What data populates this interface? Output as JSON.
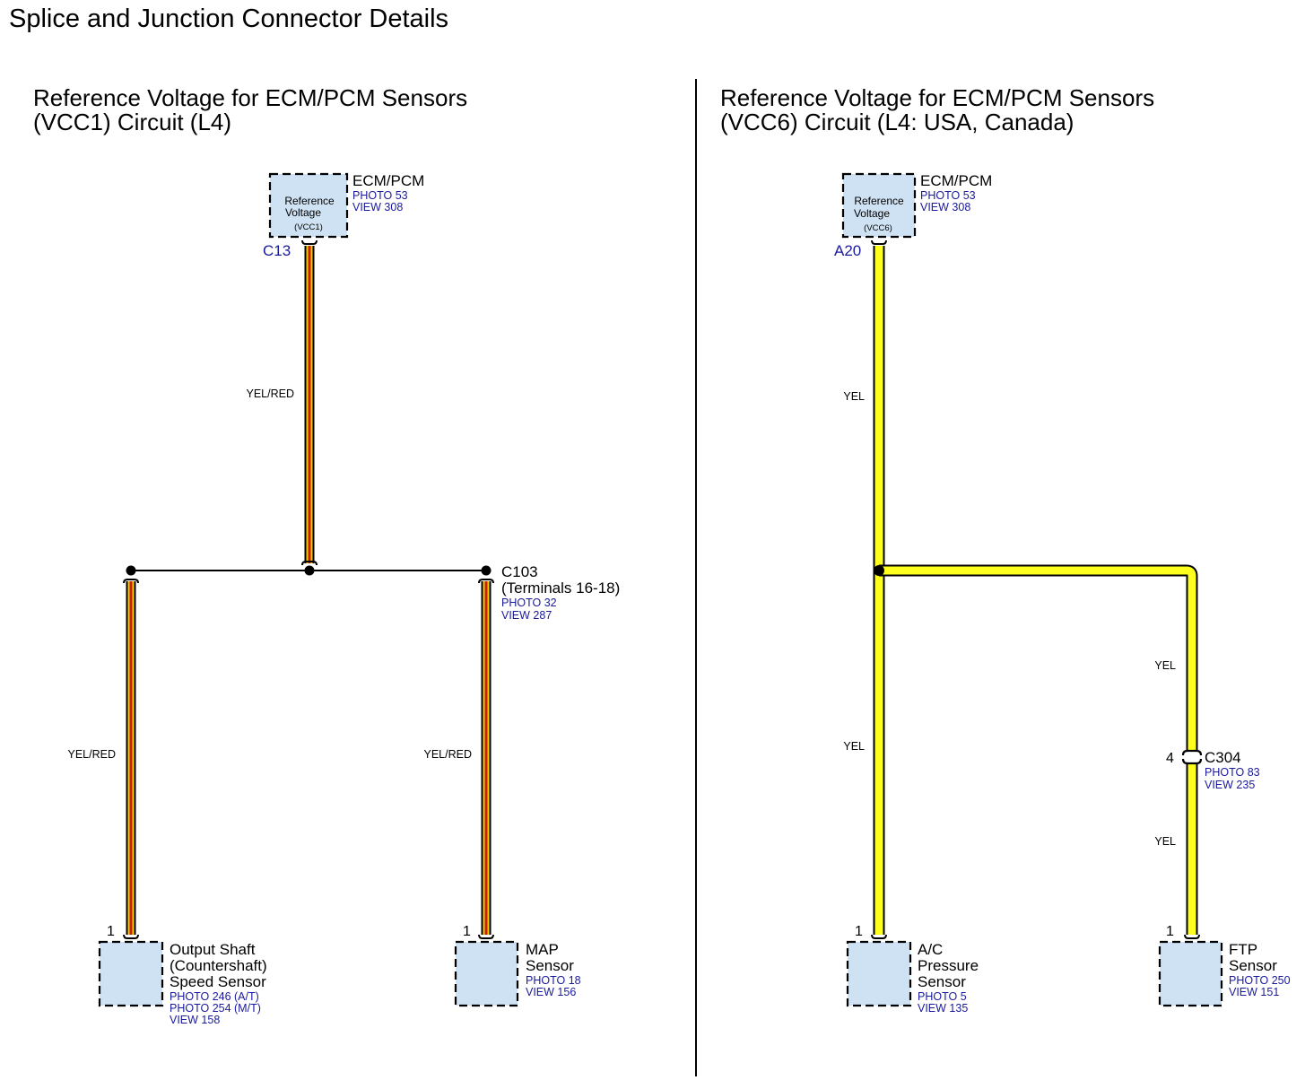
{
  "page_title": "Splice and Junction Connector Details",
  "colors": {
    "yel_red_wire_outer": "#000000",
    "yel_red_wire_base": "#f5d000",
    "yel_red_wire_tracer": "#c81e0a",
    "yel_wire_fill": "#ffff1e",
    "component_fill": "#cfe2f3",
    "reference_text": "#1a1a9c"
  },
  "left": {
    "title_line1": "Reference Voltage for ECM/PCM Sensors",
    "title_line2": "(VCC1) Circuit (L4)",
    "ecm": {
      "name": "ECM/PCM",
      "photo": "PHOTO 53",
      "view": "VIEW 308",
      "box_line1": "Reference",
      "box_line2": "Voltage",
      "box_line3": "(VCC1)",
      "pin": "C13",
      "icon": "dashed-component-box"
    },
    "wire_main_label": "YEL/RED",
    "junction": {
      "name": "C103",
      "detail": "(Terminals 16-18)",
      "photo": "PHOTO 32",
      "view": "VIEW 287"
    },
    "wire_left_label": "YEL/RED",
    "wire_right_label": "YEL/RED",
    "sensor_output_shaft": {
      "pin": "1",
      "name_line1": "Output Shaft",
      "name_line2": "(Countershaft)",
      "name_line3": "Speed Sensor",
      "photo_at": "PHOTO 246 (A/T)",
      "photo_mt": "PHOTO 254 (M/T)",
      "view": "VIEW 158"
    },
    "sensor_map": {
      "pin": "1",
      "name_line1": "MAP",
      "name_line2": "Sensor",
      "photo": "PHOTO 18",
      "view": "VIEW 156"
    }
  },
  "right": {
    "title_line1": "Reference Voltage for ECM/PCM Sensors",
    "title_line2": "(VCC6) Circuit (L4: USA, Canada)",
    "ecm": {
      "name": "ECM/PCM",
      "photo": "PHOTO 53",
      "view": "VIEW 308",
      "box_line1": "Reference",
      "box_line2": "Voltage",
      "box_line3": "(VCC6)",
      "pin": "A20"
    },
    "wire_main_label": "YEL",
    "wire_lower_label": "YEL",
    "wire_branch_upper_label": "YEL",
    "wire_branch_lower_label": "YEL",
    "connector_c304": {
      "pin": "4",
      "name": "C304",
      "photo": "PHOTO 83",
      "view": "VIEW 235"
    },
    "sensor_ac": {
      "pin": "1",
      "name_line1": "A/C",
      "name_line2": "Pressure",
      "name_line3": "Sensor",
      "photo": "PHOTO 5",
      "view": "VIEW 135"
    },
    "sensor_ftp": {
      "pin": "1",
      "name_line1": "FTP",
      "name_line2": "Sensor",
      "photo": "PHOTO 250",
      "view": "VIEW 151"
    }
  }
}
